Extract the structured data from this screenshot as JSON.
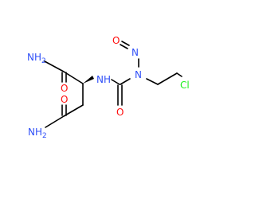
{
  "structure": {
    "atoms": {
      "nh2_top": "NH",
      "nh2_top_sub": "2",
      "o_top": "O",
      "nh": "NH",
      "o_carbonyl": "O",
      "n_nitroso_carrier": "N",
      "n_nitroso": "N",
      "o_nitroso": "O",
      "cl": "Cl",
      "o_bottom": "O",
      "nh2_bottom": "NH",
      "nh2_bottom_sub": "2"
    },
    "colors": {
      "bond": "#000000",
      "nitrogen": "#3050F8",
      "oxygen": "#FF0D0D",
      "chlorine": "#1FF01F"
    }
  }
}
